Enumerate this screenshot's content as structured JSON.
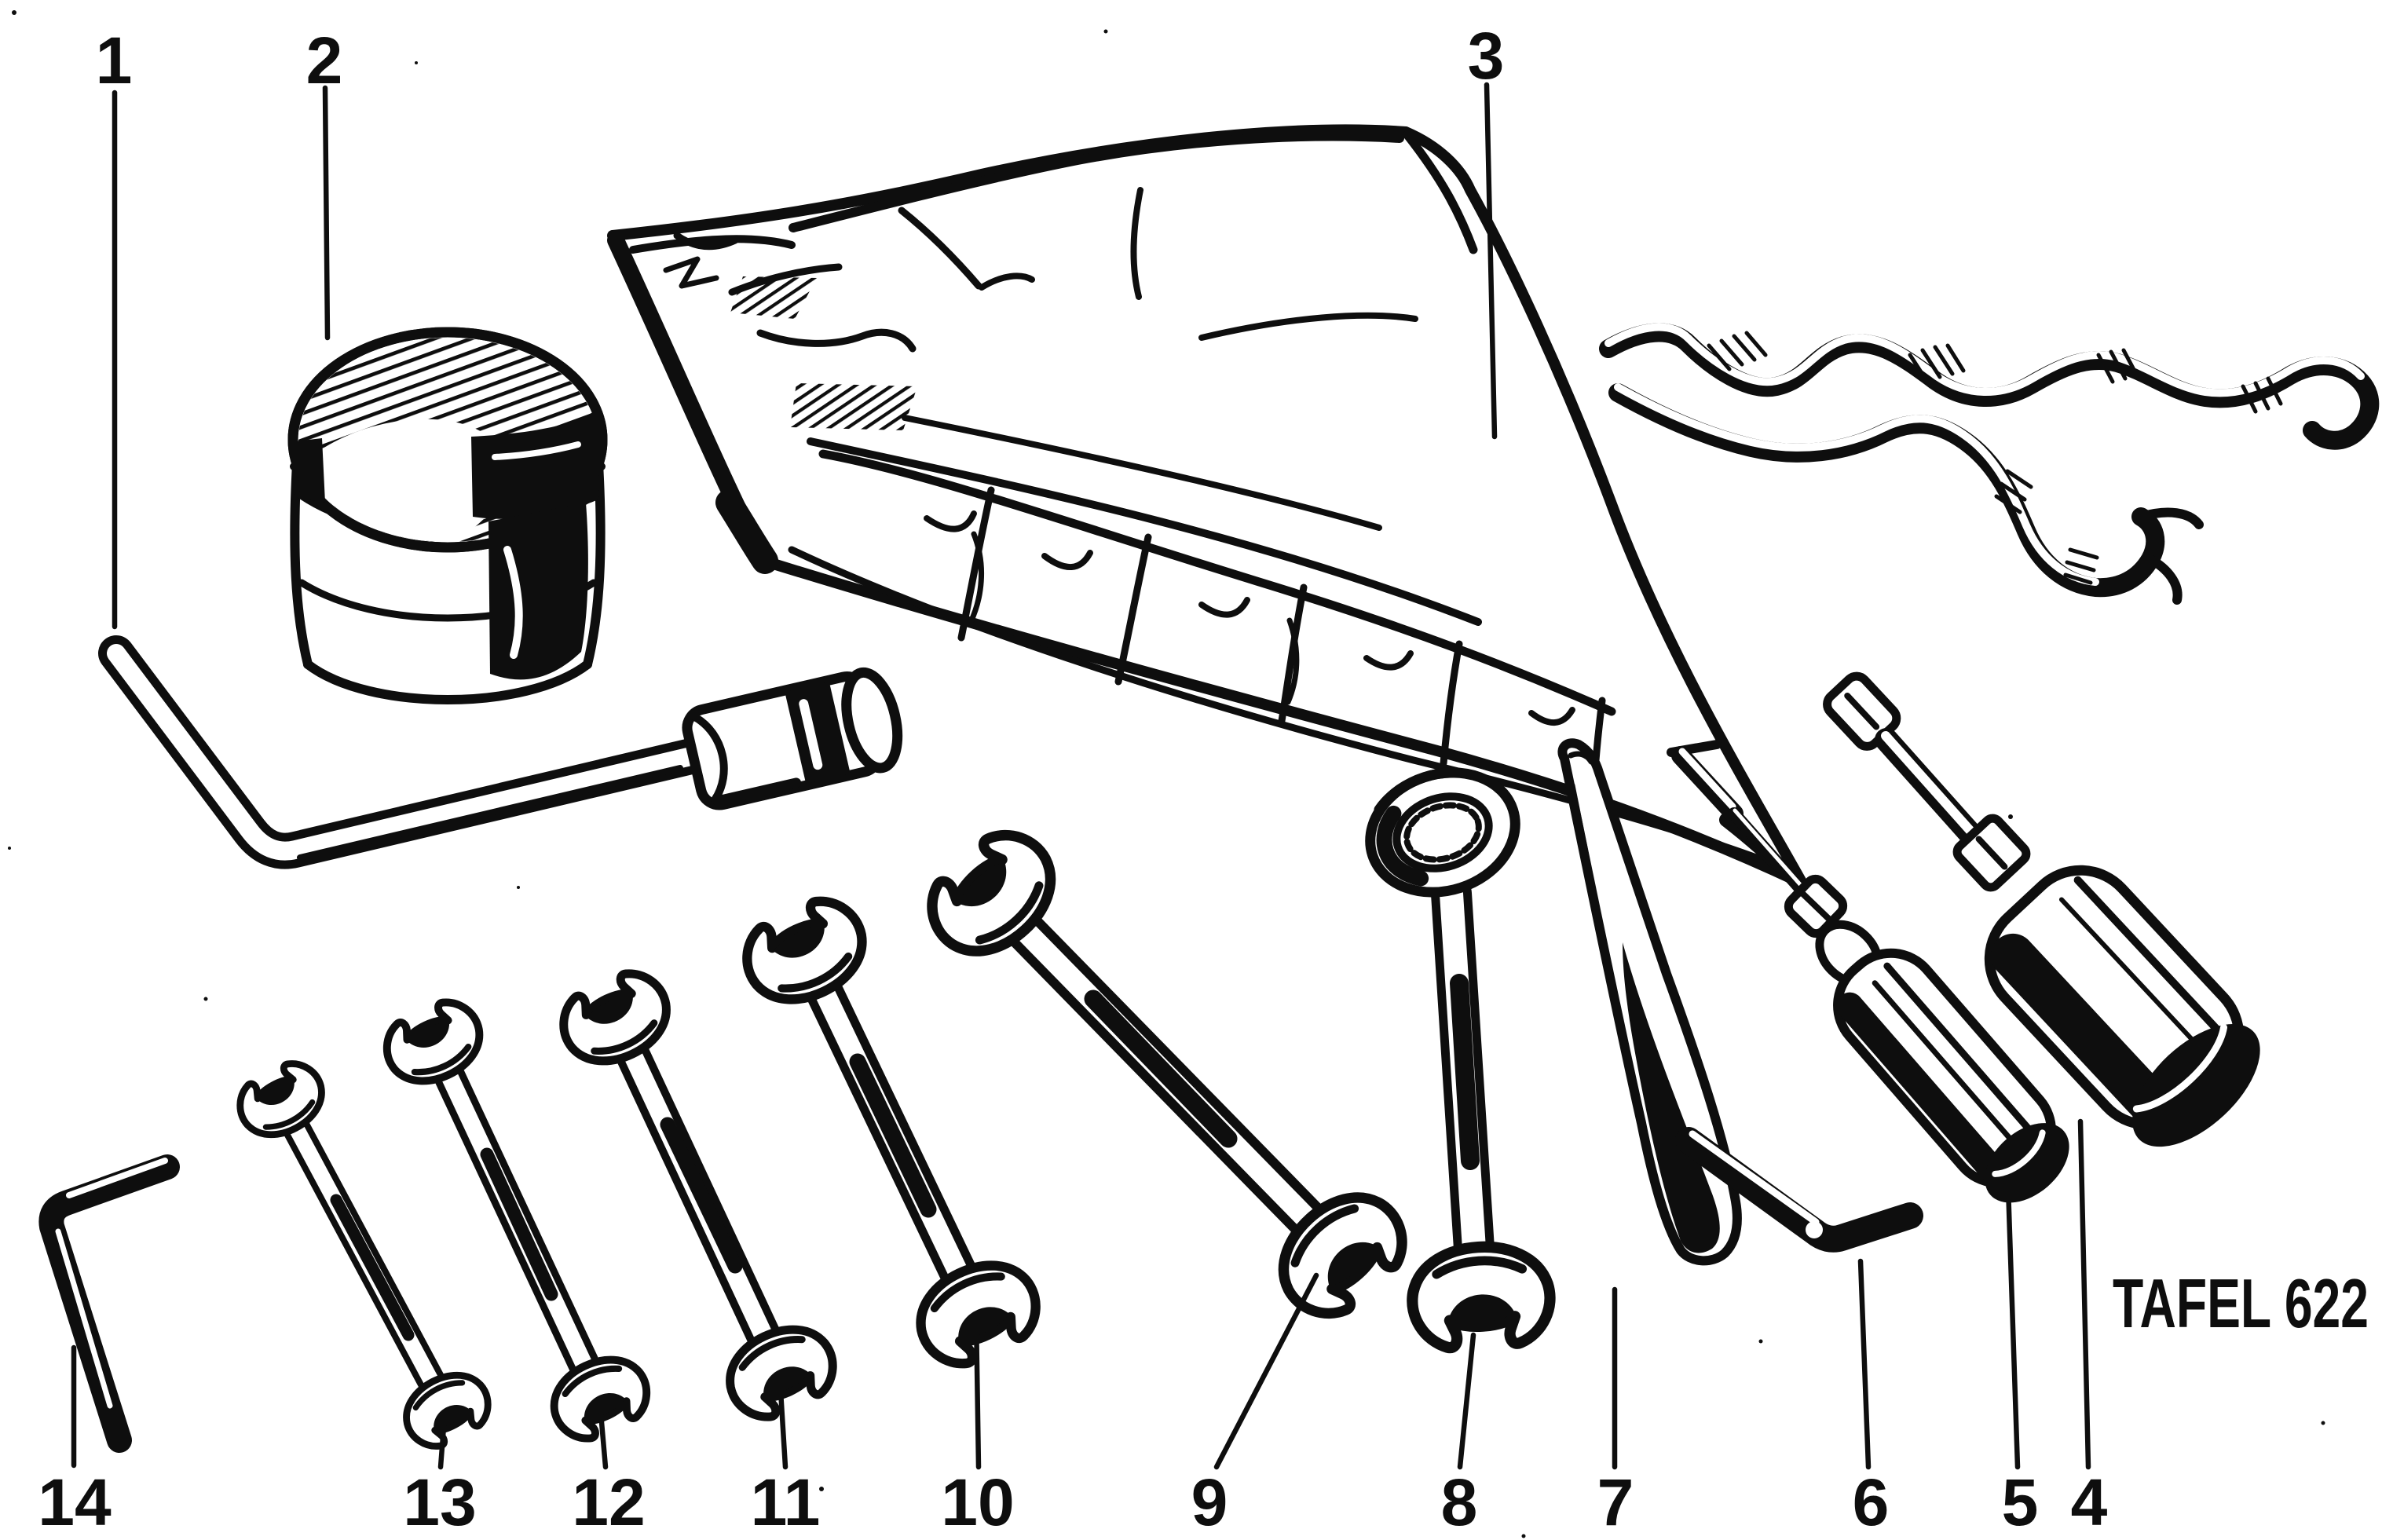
{
  "plate": {
    "title": "TAFEL 622"
  },
  "palette": {
    "ink": "#0e0e0e",
    "paper": "#ffffff"
  },
  "callouts": [
    {
      "label": "1",
      "item": "spark-plug-socket-wrench"
    },
    {
      "label": "2",
      "label_position": "top",
      "item": "grease-tin"
    },
    {
      "label": "3",
      "label_position": "top",
      "item": "tool-roll-pouch"
    },
    {
      "label": "4",
      "label_position": "bottom",
      "item": "large-screwdriver"
    },
    {
      "label": "5",
      "label_position": "bottom",
      "item": "screwdriver"
    },
    {
      "label": "6",
      "label_position": "bottom",
      "item": "hex-key-large"
    },
    {
      "label": "7",
      "label_position": "bottom",
      "item": "tyre-lever"
    },
    {
      "label": "8",
      "label_position": "bottom",
      "item": "ring-spanner"
    },
    {
      "label": "9",
      "label_position": "bottom",
      "item": "open-end-wrench-largest"
    },
    {
      "label": "10",
      "label_position": "bottom",
      "item": "open-end-wrench-large"
    },
    {
      "label": "11",
      "label_position": "bottom",
      "item": "open-end-wrench-medium"
    },
    {
      "label": "12",
      "label_position": "bottom",
      "item": "open-end-wrench-small"
    },
    {
      "label": "13",
      "label_position": "bottom",
      "item": "open-end-wrench-smallest"
    },
    {
      "label": "14",
      "label_position": "bottom",
      "item": "hex-key-small"
    }
  ]
}
